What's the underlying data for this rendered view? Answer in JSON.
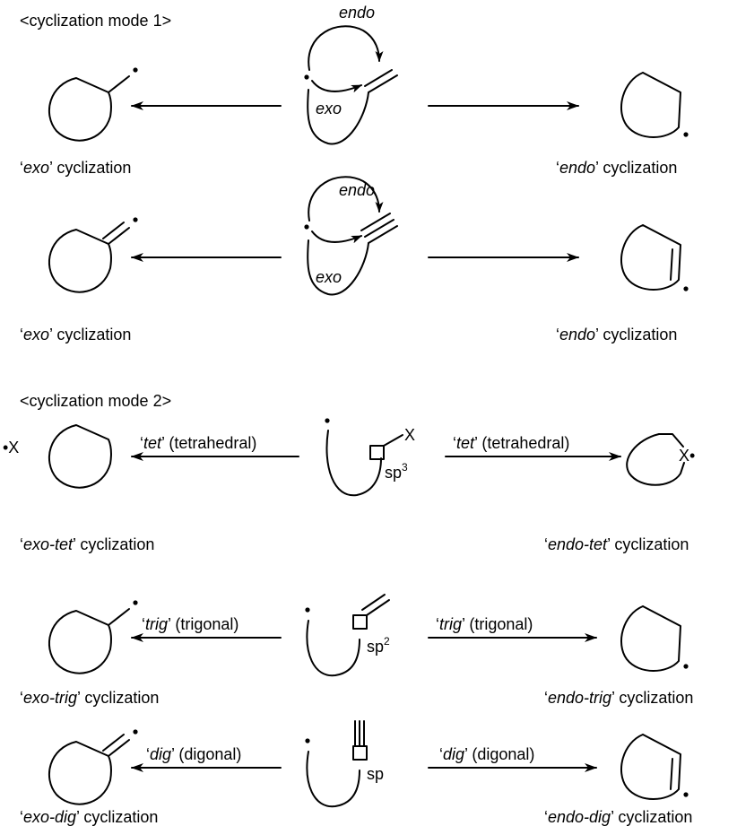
{
  "mode1": {
    "heading": "<cyclization mode 1>",
    "endo_label": "endo",
    "exo_label": "exo",
    "row_alkene": {
      "left_caption": {
        "pre": "‘",
        "italic": "exo",
        "post": "’ cyclization"
      },
      "right_caption": {
        "pre": "‘",
        "italic": "endo",
        "post": "’ cyclization"
      }
    },
    "row_alkyne": {
      "left_caption": {
        "pre": "‘",
        "italic": "exo",
        "post": "’ cyclization"
      },
      "right_caption": {
        "pre": "‘",
        "italic": "endo",
        "post": "’ cyclization"
      }
    }
  },
  "mode2": {
    "heading": "<cyclization mode 2>",
    "rows": [
      {
        "id": "tet",
        "arrow_label": {
          "pre": "‘",
          "italic": "tet",
          "post": "’ (tetrahedral)"
        },
        "hybrid": "sp",
        "hybrid_sup": "3",
        "substituent": "X",
        "left_fragment": "•X",
        "right_atom": "X•",
        "left_caption": {
          "pre": "‘",
          "italic": "exo-tet",
          "post": "’ cyclization"
        },
        "right_caption": {
          "pre": "‘",
          "italic": "endo-tet",
          "post": "’ cyclization"
        }
      },
      {
        "id": "trig",
        "arrow_label": {
          "pre": "‘",
          "italic": "trig",
          "post": "’ (trigonal)"
        },
        "hybrid": "sp",
        "hybrid_sup": "2",
        "left_caption": {
          "pre": "‘",
          "italic": "exo-trig",
          "post": "’ cyclization"
        },
        "right_caption": {
          "pre": "‘",
          "italic": "endo-trig",
          "post": "’ cyclization"
        }
      },
      {
        "id": "dig",
        "arrow_label": {
          "pre": "‘",
          "italic": "dig",
          "post": "’ (digonal)"
        },
        "hybrid": "sp",
        "hybrid_sup": "",
        "left_caption": {
          "pre": "‘",
          "italic": "exo-dig",
          "post": "’ cyclization"
        },
        "right_caption": {
          "pre": "‘",
          "italic": "endo-dig",
          "post": "’ cyclization"
        }
      }
    ]
  },
  "colors": {
    "ink": "#000000",
    "background": "#ffffff"
  }
}
